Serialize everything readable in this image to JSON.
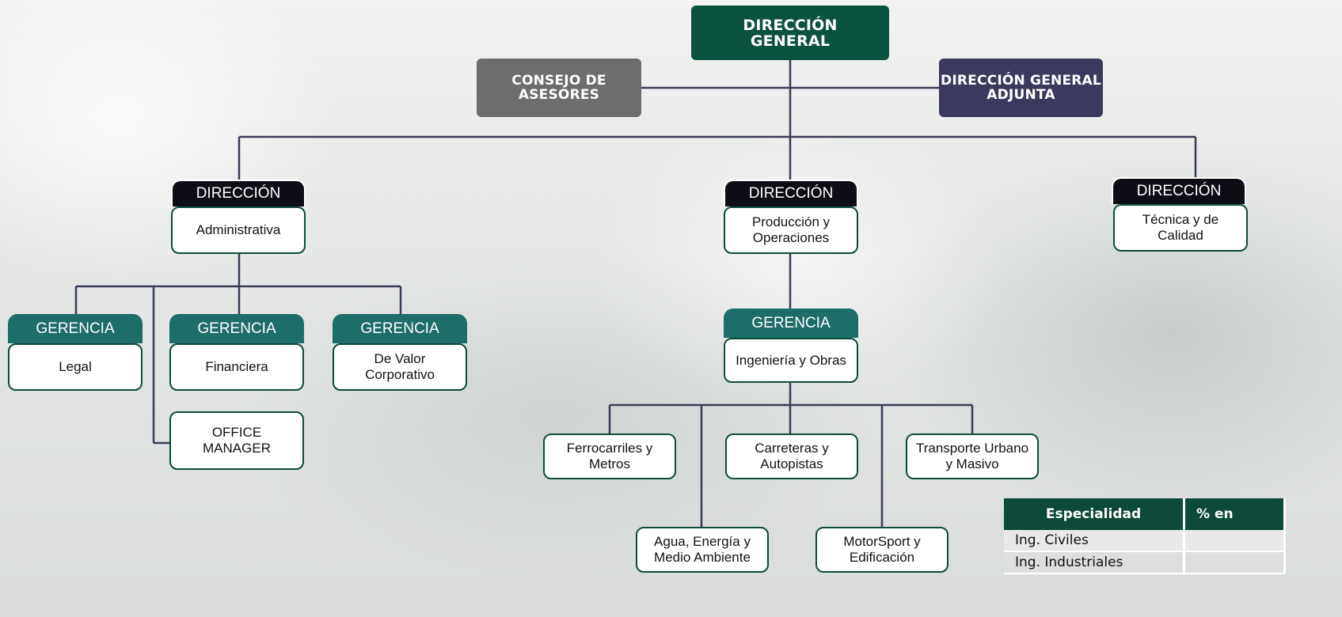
{
  "top": {
    "direccion_general": "DIRECCIÓN\nGENERAL",
    "consejo": "CONSEJO DE\nASESORES",
    "adjunta": "DIRECCIÓN GENERAL\nADJUNTA"
  },
  "direcciones": {
    "tab_label": "DIRECCIÓN",
    "administrativa": "Administrativa",
    "produccion": "Producción y\nOperaciones",
    "tecnica": "Técnica y de\nCalidad"
  },
  "gerencias": {
    "tab_label": "GERENCIA",
    "legal": "Legal",
    "financiera": "Financiera",
    "valor": "De Valor\nCorporativo",
    "ingenieria": "Ingeniería y Obras"
  },
  "office_manager": "OFFICE\nMANAGER",
  "areas": {
    "ferrocarriles": "Ferrocarriles y\nMetros",
    "carreteras": "Carreteras y\nAutopistas",
    "transporte": "Transporte Urbano\ny Masivo",
    "agua": "Agua, Energía y\nMedio Ambiente",
    "motorsport": "MotorSport y\nEdificación"
  },
  "specialty_table": {
    "headers": [
      "Especialidad",
      "% en"
    ],
    "rows": [
      [
        "Ing. Civiles",
        ""
      ],
      [
        "Ing. Industriales",
        ""
      ]
    ]
  },
  "colors": {
    "green_dark": "#0a5240",
    "grey": "#6d6d6d",
    "navy": "#3c3a5c",
    "tab_dark": "#0d0d16",
    "tab_green": "#1d6d69",
    "line": "#3b3a56"
  }
}
